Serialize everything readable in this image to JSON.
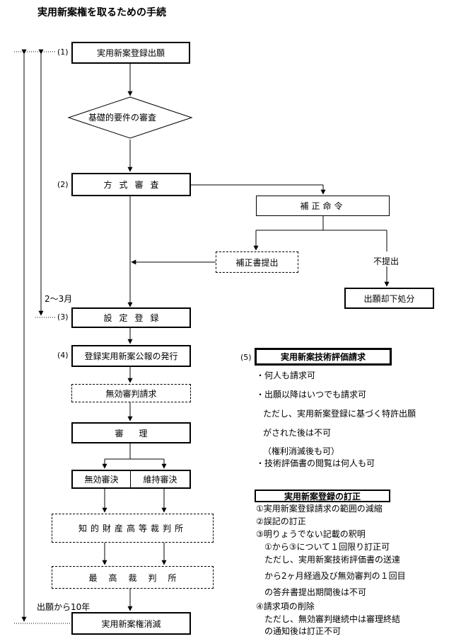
{
  "title": "実用新案権を取るための手続",
  "steps": {
    "s1_num": "(1)",
    "s1": "実用新案登録出願",
    "diamond": "基礎的要件の審査",
    "s2_num": "(2)",
    "s2": "方式審査",
    "hosei": "補正命令",
    "hoseisho": "補正書提出",
    "futeishutsu": "不提出",
    "kyakka": "出願却下処分",
    "s3_num": "(3)",
    "s3": "設定登録",
    "s4_num": "(4)",
    "s4": "登録実用新案公報の発行",
    "muko": "無効審判請求",
    "shinri": "審理",
    "muko_ketsu": "無効審決",
    "iji_ketsu": "維持審決",
    "chizai": "知的財産高等裁判所",
    "saikou": "最高裁判所",
    "shometsu": "実用新案権消滅"
  },
  "durations": {
    "months": "2〜3月",
    "years": "出願から10年"
  },
  "eval": {
    "num": "(5)",
    "header": "実用新案技術評価請求",
    "lines": [
      "・何人も請求可",
      "・出願以降はいつでも請求可",
      "ただし、実用新案登録に基づく特許出願",
      "がされた後は不可",
      "（権利消滅後も可）",
      "・技術評価書の閲覧は何人も可"
    ]
  },
  "teisei": {
    "header": "実用新案登録の訂正",
    "lines": [
      "①実用新案登録請求の範囲の減縮",
      "②誤記の訂正",
      "③明りょうでない記載の釈明",
      "①から③について１回限り訂正可",
      "ただし、実用新案技術評価書の送達",
      "から2ヶ月経過及び無効審判の１回目",
      "の答弁書提出期間後は不可",
      "④請求項の削除",
      "ただし、無効審判継続中は審理終結",
      "の通知後は訂正不可"
    ]
  }
}
